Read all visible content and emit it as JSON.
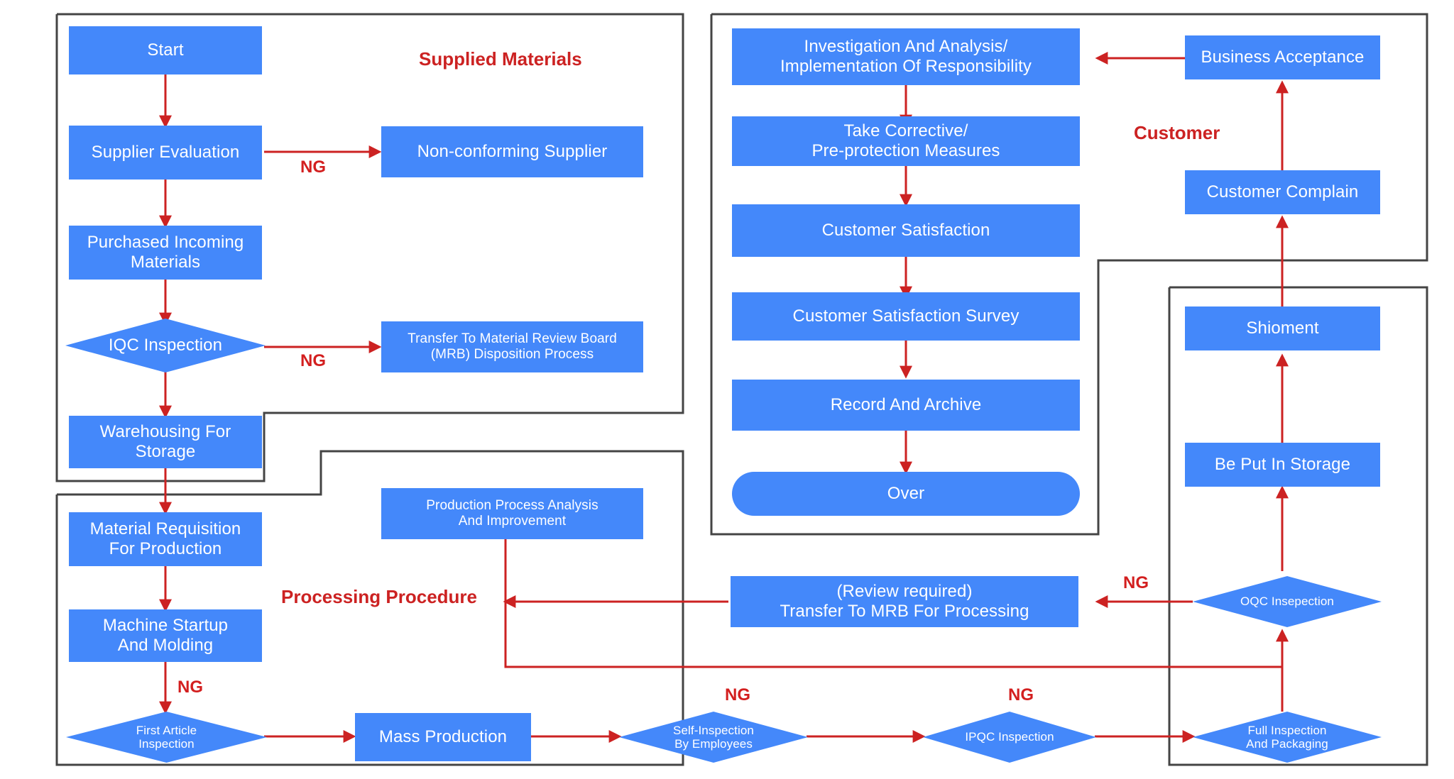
{
  "diagram": {
    "title": "Quality Management Process Flowchart",
    "palette": {
      "node_fill": "#4488fa",
      "node_text": "#ffffff",
      "arrow": "#cc2222",
      "caption": "#cc2222",
      "group_border": "#444444",
      "background": "#ffffff"
    }
  },
  "captions": {
    "supplied_materials": "Supplied Materials",
    "customer": "Customer",
    "processing_procedure": "Processing Procedure"
  },
  "nodes": {
    "start": "Start",
    "supplier_evaluation": "Supplier Evaluation",
    "non_conforming_supplier": "Non-conforming Supplier",
    "purchased_incoming_materials": "Purchased Incoming\nMaterials",
    "iqc_inspection": "IQC Inspection",
    "transfer_mrb_disposition": "Transfer To Material Review Board\n(MRB) Disposition Process",
    "warehousing_for_storage": "Warehousing For\nStorage",
    "material_requisition": "Material Requisition\nFor Production",
    "machine_startup": "Machine Startup\nAnd Molding",
    "production_process_analysis": "Production Process Analysis\nAnd Improvement",
    "first_article_inspection": "First Article\nInspection",
    "mass_production": "Mass Production",
    "self_inspection": "Self-Inspection\nBy Employees",
    "ipqc_inspection": "IPQC Inspection",
    "full_inspection_packaging": "Full Inspection\nAnd Packaging",
    "oqc_inspection": "OQC Insepection",
    "review_required_mrb": "(Review required)\nTransfer To MRB For Processing",
    "be_put_in_storage": "Be Put In Storage",
    "shipment": "Shioment",
    "customer_complain": "Customer Complain",
    "business_acceptance": "Business Acceptance",
    "investigation_analysis": "Investigation And Analysis/\nImplementation Of Responsibility",
    "take_corrective": "Take Corrective/\nPre-protection Measures",
    "customer_satisfaction": "Customer Satisfaction",
    "customer_satisfaction_survey": "Customer Satisfaction Survey",
    "record_and_archive": "Record And Archive",
    "over": "Over"
  },
  "edge_labels": {
    "ng_supplier": "NG",
    "ng_iqc": "NG",
    "ng_first_article": "NG",
    "ng_self_inspection": "NG",
    "ng_ipqc": "NG",
    "ng_oqc": "NG"
  }
}
